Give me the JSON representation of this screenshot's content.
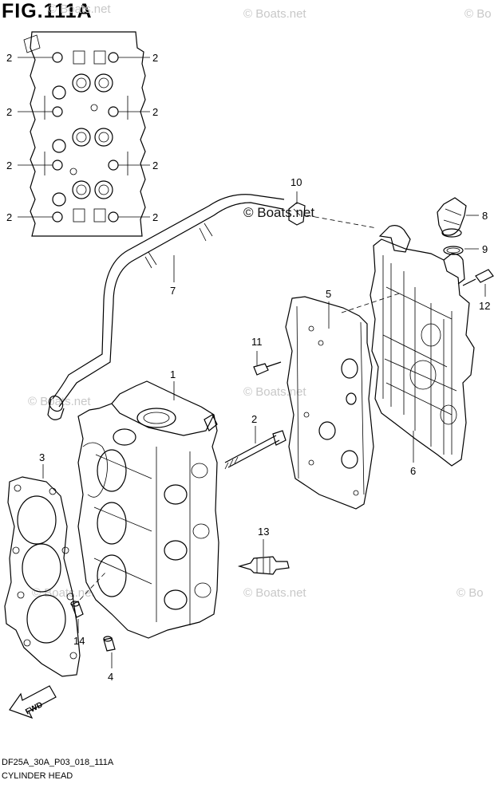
{
  "figure": {
    "title": "FIG.111A",
    "diagram_code": "DF25A_30A_P03_018_111A",
    "diagram_name": "CYLINDER HEAD"
  },
  "watermark": {
    "text": "© Boats.net",
    "text_partial": "© Bo"
  },
  "callouts": {
    "bolt_2": "2",
    "part_1": "1",
    "part_2": "2",
    "part_3": "3",
    "part_4": "4",
    "part_5": "5",
    "part_6": "6",
    "part_7": "7",
    "part_8": "8",
    "part_9": "9",
    "part_10": "10",
    "part_11": "11",
    "part_12": "12",
    "part_13": "13",
    "part_14": "14"
  },
  "fwd_arrow": {
    "label": "FWD"
  }
}
